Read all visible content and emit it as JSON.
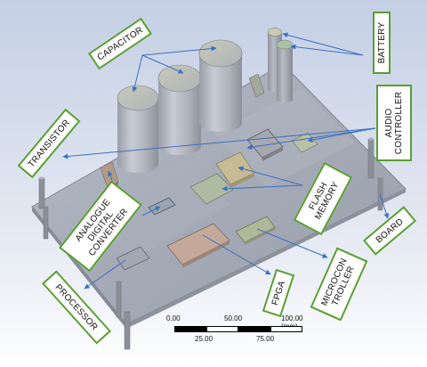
{
  "labels": {
    "capacitor": "CAPACITOR",
    "battery": "BATTERY",
    "audio_controller": [
      "AUDIO",
      "CONTROLLER"
    ],
    "transistor": "TRANSISTOR",
    "flash_memory": [
      "FLASH",
      "MEMORY"
    ],
    "analogue_digital_converter": [
      "ANALOGUE",
      "DIGITAL",
      "CONVERTER"
    ],
    "board": "BOARD",
    "processor": "PROCESSOR",
    "fpga": "FPGA",
    "microcontroller": [
      "MICROCON",
      "TROLLER"
    ]
  },
  "scale": {
    "top_ticks": [
      "0.00",
      "50.00",
      "100.00 (mm)"
    ],
    "bottom_ticks": [
      "25.00",
      "75.00"
    ]
  },
  "colors": {
    "label_border": "#5a9e32",
    "arrow": "#3d6fc4",
    "background_top": "#c9d3e6",
    "background_bottom": "#ffffff",
    "board": "#a9afbb",
    "cylinder": "#b9bdc7"
  }
}
